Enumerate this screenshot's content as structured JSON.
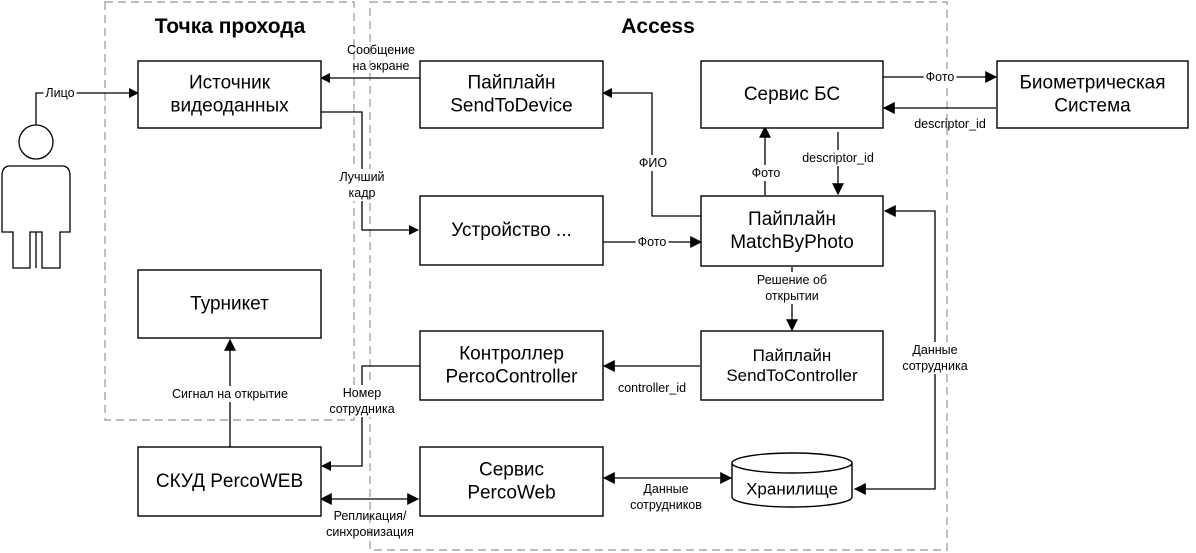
{
  "zones": {
    "checkpoint_title": "Точка прохода",
    "access_title": "Access"
  },
  "boxes": {
    "video_source": [
      "Источник",
      "видеоданных"
    ],
    "turnstile": [
      "Турникет"
    ],
    "skud": [
      "СКУД PercoWEB"
    ],
    "send_to_device": [
      "Пайплайн",
      "SendToDevice"
    ],
    "device": [
      "Устройство ..."
    ],
    "controller": [
      "Контроллер",
      "PercoController"
    ],
    "percoweb_service": [
      "Сервис",
      "PercoWeb"
    ],
    "bs_service": [
      "Сервис БС"
    ],
    "match_by_photo": [
      "Пайплайн",
      "MatchByPhoto"
    ],
    "send_to_controller": [
      "Пайплайн",
      "SendToController"
    ],
    "biometric_system": [
      "Биометрическая",
      "Система"
    ],
    "storage": [
      "Хранилище"
    ]
  },
  "labels": {
    "face": [
      "Лицо"
    ],
    "screen_message": [
      "Сообщение",
      "на экране"
    ],
    "best_frame": [
      "Лучший",
      "кадр"
    ],
    "fio": [
      "ФИО"
    ],
    "photo_device": [
      "Фото"
    ],
    "photo_up": [
      "Фото"
    ],
    "descriptor_down": [
      "descriptor_id"
    ],
    "photo_to_bs": [
      "Фото"
    ],
    "descriptor_from_bs": [
      "descriptor_id"
    ],
    "open_decision": [
      "Решение об",
      "открытии"
    ],
    "controller_id": [
      "controller_id"
    ],
    "employee_number": [
      "Номер",
      "сотрудника"
    ],
    "open_signal": [
      "Сигнал на открытие"
    ],
    "replication": [
      "Репликация/",
      "синхронизация"
    ],
    "employee_data_bottom": [
      "Данные",
      "сотрудников"
    ],
    "employee_data_right": [
      "Данные",
      "сотрудника"
    ]
  }
}
